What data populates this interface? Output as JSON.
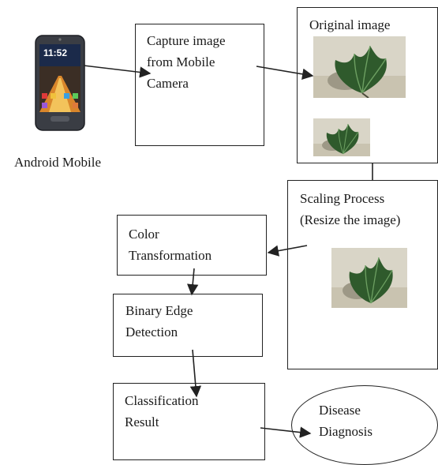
{
  "nodes": {
    "phone": {
      "caption": "Android Mobile",
      "clock": "11:52"
    },
    "capture": {
      "label": "Capture image\nfrom Mobile\nCamera"
    },
    "original": {
      "label": "Original image"
    },
    "scaling": {
      "label": "Scaling Process\n(Resize the image)"
    },
    "color": {
      "label": "Color\nTransformation"
    },
    "binary": {
      "label": "Binary Edge\nDetection"
    },
    "classification": {
      "label": "Classification\nResult"
    },
    "disease": {
      "label": "Disease\nDiagnosis"
    }
  },
  "edges": [
    {
      "from": "phone",
      "to": "capture"
    },
    {
      "from": "capture",
      "to": "original"
    },
    {
      "from": "original",
      "to": "scaling"
    },
    {
      "from": "scaling",
      "to": "color"
    },
    {
      "from": "color",
      "to": "binary"
    },
    {
      "from": "binary",
      "to": "classification"
    },
    {
      "from": "classification",
      "to": "disease"
    }
  ],
  "colors": {
    "stroke": "#222222",
    "leaf_dark": "#2f5a2c",
    "leaf_light": "#4f8a45",
    "leaf_background": "#d8d4c6"
  }
}
